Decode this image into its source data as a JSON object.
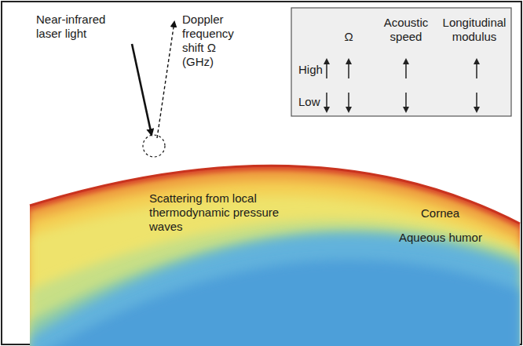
{
  "diagram": {
    "labels": [
      "Near-infrared laser light",
      "Doppler frequency shift Ω (GHz)",
      "Ω",
      "Acoustic speed",
      "Longitudinal modulus",
      "High",
      "Low",
      "Scattering from local thermodynamic pressure waves",
      "Cornea",
      "Aqueous humor"
    ]
  }
}
